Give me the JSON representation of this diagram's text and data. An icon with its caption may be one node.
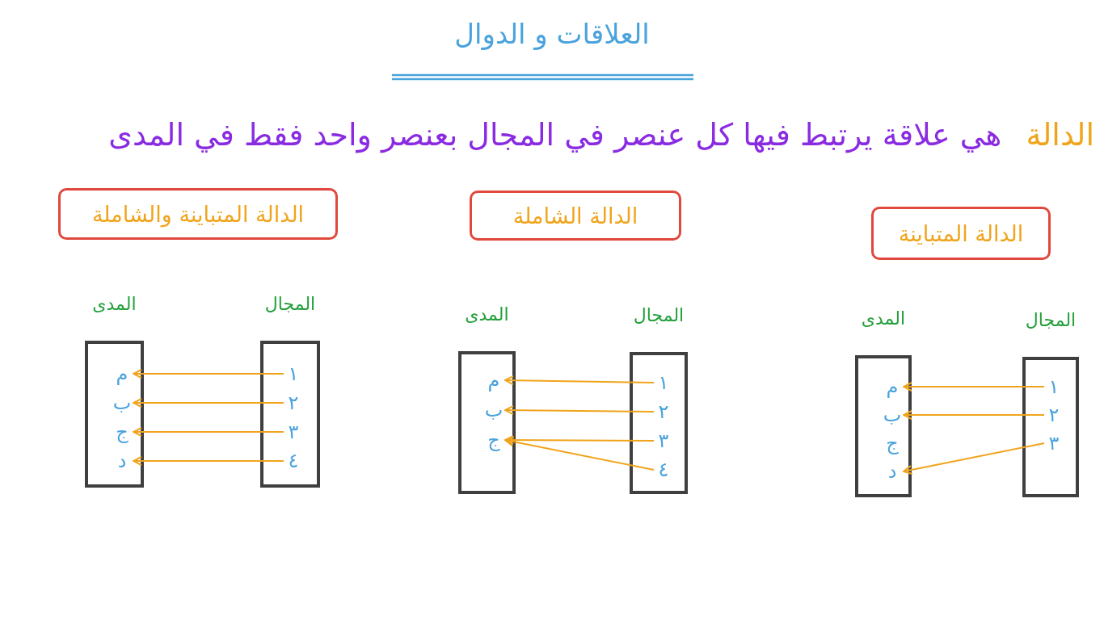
{
  "diagram": {
    "title": "العلاقات و الدوال",
    "nodes": [
      {
        "text": [
          "الدالة المتباينة"
        ]
      },
      {
        "text": [
          "المجال"
        ]
      },
      {
        "text": [
          "١"
        ],
        "in": 1
      },
      {
        "text": [
          "٢"
        ],
        "in": 1
      },
      {
        "text": [
          "٣"
        ],
        "in": 1
      },
      {
        "text": [
          "المدى"
        ]
      },
      {
        "text": [
          "م"
        ],
        "in": 5
      },
      {
        "text": [
          "ب"
        ],
        "in": 5
      },
      {
        "text": [
          "ج"
        ],
        "in": 5
      },
      {
        "text": [
          "د"
        ],
        "in": 5
      },
      {
        "text": [
          "الدالة الشاملة"
        ]
      },
      {
        "text": [
          "المجال"
        ]
      },
      {
        "text": [
          "١"
        ],
        "in": 11
      },
      {
        "text": [
          "٢"
        ],
        "in": 11
      },
      {
        "text": [
          "٣"
        ],
        "in": 11
      },
      {
        "text": [
          "٤"
        ],
        "in": 11
      },
      {
        "text": [
          "المدى"
        ]
      },
      {
        "text": [
          "م"
        ],
        "in": 16
      },
      {
        "text": [
          "ب"
        ],
        "in": 16
      },
      {
        "text": [
          "ج"
        ],
        "in": 16
      },
      {
        "text": [
          "الدالة المتباينة والشاملة"
        ]
      },
      {
        "text": [
          "المجال"
        ]
      },
      {
        "text": [
          "١"
        ],
        "in": 21
      },
      {
        "text": [
          "٢"
        ],
        "in": 21
      },
      {
        "text": [
          "٣"
        ],
        "in": 21
      },
      {
        "text": [
          "٤"
        ],
        "in": 21
      },
      {
        "text": [
          "المدى"
        ]
      },
      {
        "text": [
          "م"
        ],
        "in": 26
      },
      {
        "text": [
          "ب"
        ],
        "in": 26
      },
      {
        "text": [
          "ج"
        ],
        "in": 26
      },
      {
        "text": [
          "د"
        ],
        "in": 26
      }
    ],
    "edges": [
      {
        "from": 2,
        "to": 6,
        "arrow": "to"
      },
      {
        "from": 3,
        "to": 7,
        "arrow": "to"
      },
      {
        "from": 4,
        "to": 9,
        "arrow": "to"
      },
      {
        "from": 12,
        "to": 17,
        "arrow": "to"
      },
      {
        "from": 13,
        "to": 18,
        "arrow": "to"
      },
      {
        "from": 14,
        "to": 19,
        "arrow": "to"
      },
      {
        "from": 15,
        "to": 19,
        "arrow": "to"
      },
      {
        "from": 22,
        "to": 27,
        "arrow": "to"
      },
      {
        "from": 23,
        "to": 28,
        "arrow": "to"
      },
      {
        "from": 24,
        "to": 29,
        "arrow": "to"
      },
      {
        "from": 25,
        "to": 30,
        "arrow": "to"
      }
    ],
    "labels": [
      "الدالة",
      "هي علاقة يرتبط فيها كل عنصر في المجال بعنصر واحد فقط في المدى"
    ]
  }
}
